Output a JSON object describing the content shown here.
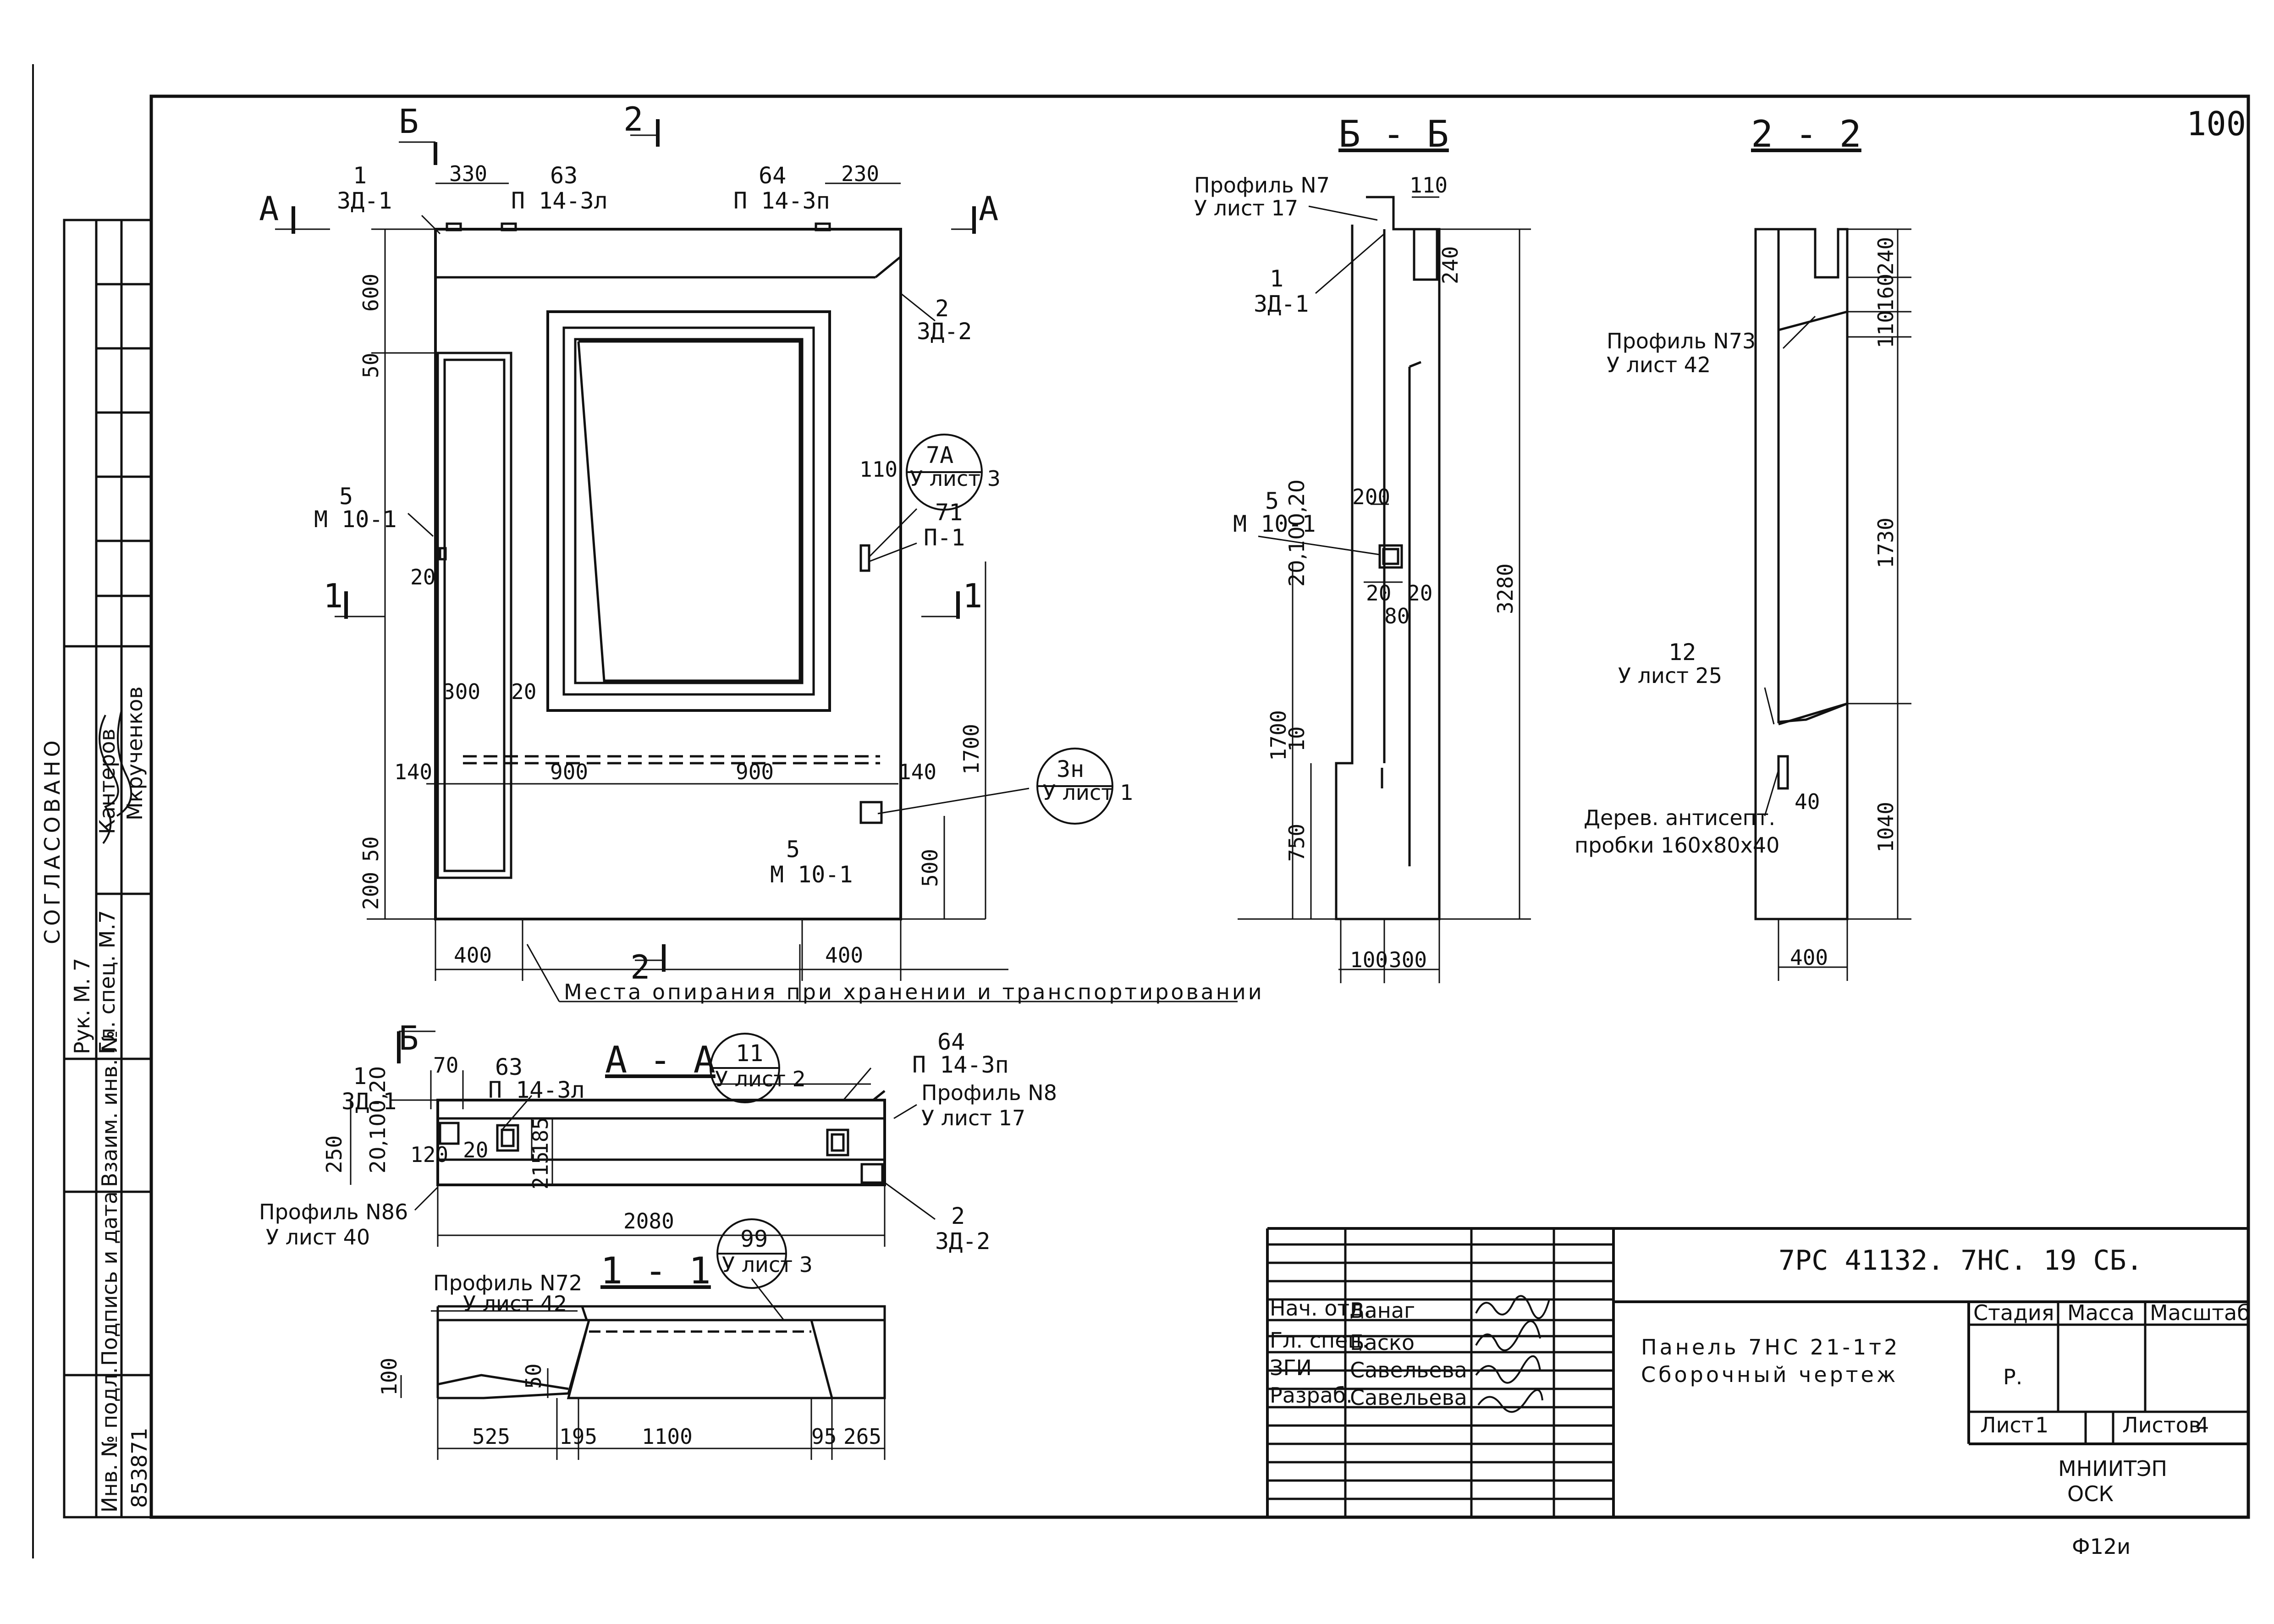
{
  "sheet": {
    "page_number": "100",
    "form_code": "Ф12и"
  },
  "sections": {
    "bb": "Б - Б",
    "s22": "2 - 2",
    "aa": "А - А",
    "s11": "1 - 1"
  },
  "markers": {
    "b": "Б",
    "a": "А",
    "two": "2",
    "one": "1"
  },
  "elevation": {
    "dims": {
      "d330": "330",
      "d230": "230",
      "d600": "600",
      "d50t": "50",
      "d20": "20",
      "d110": "110",
      "d300": "300",
      "d20b": "20",
      "d1700": "1700",
      "d140l": "140",
      "d900a": "900",
      "d900b": "900",
      "d140r": "140",
      "d500": "500",
      "d50b": "50",
      "d200": "200",
      "d400l": "400",
      "d400r": "400"
    },
    "callouts": {
      "c1_num": "1",
      "c1_ref": "ЗД-1",
      "c63_num": "63",
      "c63_ref": "П 14-3л",
      "c64_num": "64",
      "c64_ref": "П 14-3п",
      "c2_num": "2",
      "c2_ref": "ЗД-2",
      "c5_num": "5",
      "c5_ref": "М 10-1",
      "c7a_num": "7А",
      "c7a_ref": "У лист 3",
      "c71_num": "71",
      "c71_ref": "П-1",
      "c3n_num": "3н",
      "c3n_ref": "У лист 1",
      "c5b_num": "5",
      "c5b_ref": "М 10-1"
    },
    "support_note": "Места опирания при хранении и транспортировании"
  },
  "section_bb": {
    "profile_n7": "Профиль N7",
    "profile_n7_ref": "У лист 17",
    "c1_num": "1",
    "c1_ref": "ЗД-1",
    "c5_num": "5",
    "c5_ref": "М 10-1",
    "dims": {
      "d110": "110",
      "d240": "240",
      "d200": "200",
      "d20s": "20,100,20",
      "d20a": "20",
      "d20b": "20",
      "d80": "80",
      "d3280": "3280",
      "d1700": "1700",
      "d10": "10",
      "d750": "750",
      "d100": "100",
      "d300": "300"
    }
  },
  "section_22": {
    "profile_n73": "Профиль N73",
    "profile_n73_ref": "У лист 42",
    "c12_num": "12",
    "c12_ref": "У лист 25",
    "plug_note1": "Дерев. антисепт.",
    "plug_note2": "пробки 160х80х40",
    "dims": {
      "d240": "240",
      "d160": "160",
      "d110": "110",
      "d1730": "1730",
      "d40": "40",
      "d1040": "1040",
      "d400": "400"
    }
  },
  "section_aa": {
    "c1_num": "1",
    "c1_ref": "ЗД-1",
    "c63_num": "63",
    "c63_ref": "П 14-3л",
    "c11_num": "11",
    "c11_ref": "У лист 2",
    "c64_num": "64",
    "c64_ref": "П 14-3п",
    "profile_n8": "Профиль N8",
    "profile_n8_ref": "У лист 17",
    "profile_n86": "Профиль N86",
    "profile_n86_ref": "У лист 40",
    "c2_num": "2",
    "c2_ref": "ЗД-2",
    "dims": {
      "d70": "70",
      "d250": "250",
      "d20s": "20,100,20",
      "d120": "120",
      "d20": "20",
      "d185": "185",
      "d215": "215",
      "d2080": "2080"
    }
  },
  "section_11": {
    "profile_n72": "Профиль N72",
    "profile_n72_ref": "У лист 42",
    "c99_num": "99",
    "c99_ref": "У лист 3",
    "dims": {
      "d100": "100",
      "d50": "50",
      "d525": "525",
      "d195": "195",
      "d1100": "1100",
      "d95": "95",
      "d265": "265"
    }
  },
  "left_strip": {
    "agreed": "СОГЛАСОВАНО",
    "role1": "Рук. М. 7",
    "role2": "Гл. спец. М.7",
    "name1": "Кантеров",
    "name2": "Мкрученков",
    "inv_ref": "Взаим. инв. №",
    "sign_date": "Подпись и дата",
    "inv_orig": "Инв. № подл.",
    "inv_num": "853871"
  },
  "title_block": {
    "code": "7РС 41132. 7НС. 19 СБ.",
    "title1": "Панель 7НС 21-1т2",
    "title2": "Сборочный чертеж",
    "stage_h": "Стадия",
    "mass_h": "Масса",
    "scale_h": "Масштаб",
    "stage": "Р.",
    "sheet_label": "Лист",
    "sheet_num": "1",
    "sheets_label": "Листов",
    "sheets_num": "4",
    "org1": "МНИИТЭП",
    "org2": "ОСК",
    "staff": [
      {
        "role": "Нач. отд.",
        "name": "Ванаг"
      },
      {
        "role": "Гл. спец.",
        "name": "Баско"
      },
      {
        "role": "ЗГИ",
        "name": "Савельева"
      },
      {
        "role": "Разраб.",
        "name": "Савельева"
      }
    ]
  }
}
